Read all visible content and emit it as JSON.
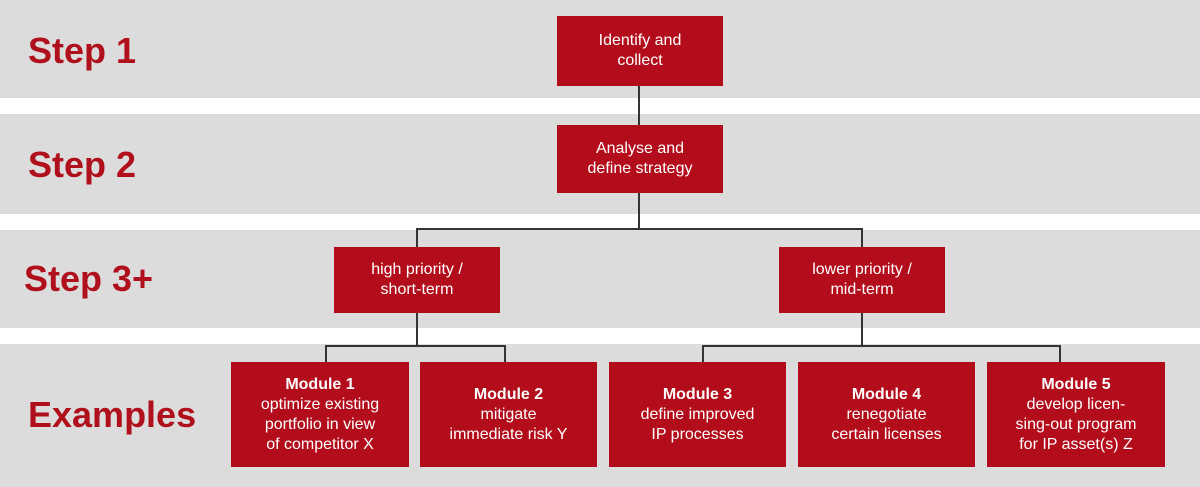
{
  "colors": {
    "band": "#dcdcdc",
    "box": "#b30d1b",
    "step_label": "#b0101c",
    "connector": "#333333"
  },
  "steps": {
    "step1": "Step 1",
    "step2": "Step 2",
    "step3": "Step 3+",
    "examples": "Examples"
  },
  "nodes": {
    "identify": "Identify and\ncollect",
    "analyse": "Analyse and\ndefine strategy",
    "high_priority": "high priority /\nshort-term",
    "lower_priority": "lower priority /\nmid-term"
  },
  "modules": [
    {
      "title": "Module 1",
      "desc": "optimize existing\nportfolio in view\nof competitor X"
    },
    {
      "title": "Module 2",
      "desc": "mitigate\nimmediate risk Y"
    },
    {
      "title": "Module 3",
      "desc": "define improved\nIP processes"
    },
    {
      "title": "Module 4",
      "desc": "renegotiate\ncertain licenses"
    },
    {
      "title": "Module 5",
      "desc": "develop licen-\nsing-out program\nfor IP asset(s) Z"
    }
  ]
}
